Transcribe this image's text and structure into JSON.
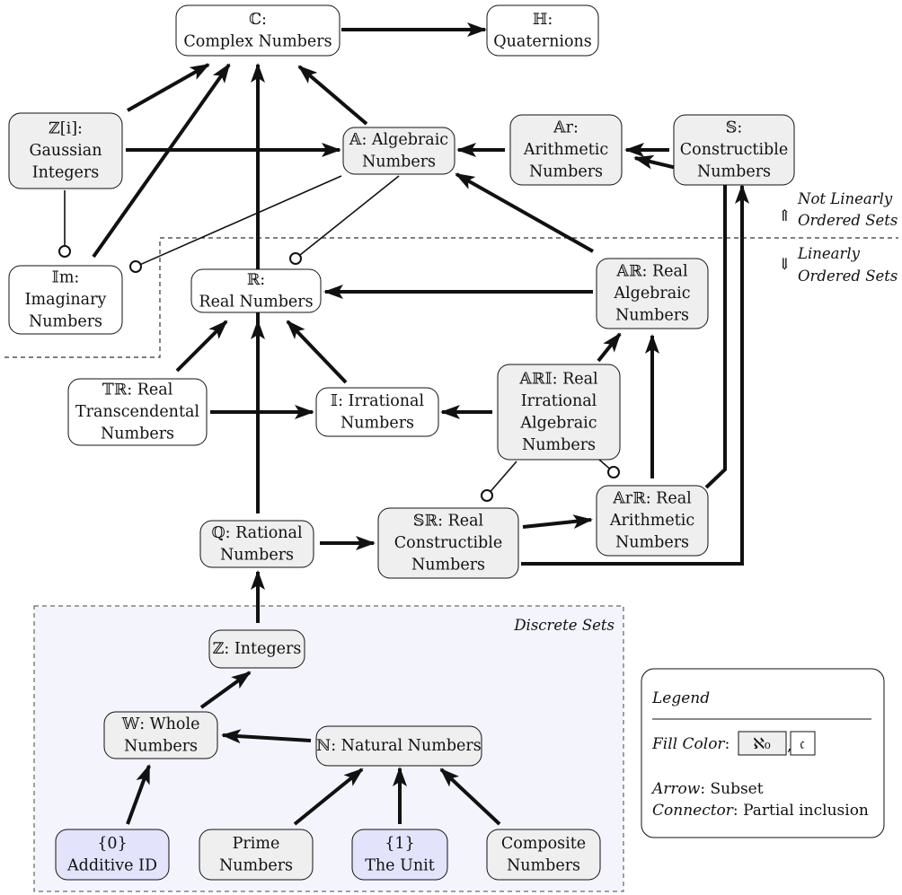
{
  "colors": {
    "countable_fill": "#efefef",
    "uncountable_fill": "#ffffff",
    "unit_fill": "#e3e3fb",
    "discrete_region": "#f4f4fc",
    "stroke": "#111111"
  },
  "nodes": {
    "complex": {
      "lines": [
        "ℂ:",
        "Complex Numbers"
      ],
      "fill": "uncountable"
    },
    "quaternions": {
      "lines": [
        "ℍ:",
        "Quaternions"
      ],
      "fill": "uncountable"
    },
    "gaussian": {
      "lines": [
        "ℤ[i]:",
        "Gaussian",
        "Integers"
      ],
      "fill": "countable"
    },
    "algebraic": {
      "lines": [
        "𝔸: Algebraic",
        "Numbers"
      ],
      "fill": "countable"
    },
    "arithmetic": {
      "lines": [
        "𝔸r:",
        "Arithmetic",
        "Numbers"
      ],
      "fill": "countable"
    },
    "constructible": {
      "lines": [
        "𝕊:",
        "Constructible",
        "Numbers"
      ],
      "fill": "countable"
    },
    "imaginary": {
      "lines": [
        "𝕀m:",
        "Imaginary",
        "Numbers"
      ],
      "fill": "uncountable"
    },
    "real": {
      "lines": [
        "ℝ:",
        "Real Numbers"
      ],
      "fill": "uncountable"
    },
    "real_algebraic": {
      "lines": [
        "𝔸ℝ: Real",
        "Algebraic",
        "Numbers"
      ],
      "fill": "countable"
    },
    "transcendental": {
      "lines": [
        "𝕋ℝ: Real",
        "Transcendental",
        "Numbers"
      ],
      "fill": "uncountable"
    },
    "irrational": {
      "lines": [
        "𝕀: Irrational",
        "Numbers"
      ],
      "fill": "uncountable"
    },
    "real_irr_alg": {
      "lines": [
        "𝔸ℝ𝕀: Real",
        "Irrational",
        "Algebraic",
        "Numbers"
      ],
      "fill": "countable"
    },
    "real_arith": {
      "lines": [
        "𝔸rℝ: Real",
        "Arithmetic",
        "Numbers"
      ],
      "fill": "countable"
    },
    "rational": {
      "lines": [
        "ℚ: Rational",
        "Numbers"
      ],
      "fill": "countable"
    },
    "real_constr": {
      "lines": [
        "𝕊ℝ: Real",
        "Constructible",
        "Numbers"
      ],
      "fill": "countable"
    },
    "integers": {
      "lines": [
        "ℤ: Integers"
      ],
      "fill": "countable"
    },
    "whole": {
      "lines": [
        "𝕎: Whole",
        "Numbers"
      ],
      "fill": "countable"
    },
    "natural": {
      "lines": [
        "ℕ: Natural Numbers"
      ],
      "fill": "countable"
    },
    "additive_id": {
      "lines": [
        "{0}",
        "Additive ID"
      ],
      "fill": "unit"
    },
    "prime": {
      "lines": [
        "Prime",
        "Numbers"
      ],
      "fill": "countable"
    },
    "unit": {
      "lines": [
        "{1}",
        "The Unit"
      ],
      "fill": "unit"
    },
    "composite": {
      "lines": [
        "Composite",
        "Numbers"
      ],
      "fill": "countable"
    }
  },
  "notes": {
    "not_linearly": [
      "⇑",
      "Not  Linearly",
      "Ordered Sets"
    ],
    "linearly": [
      "⇓",
      "Linearly",
      "Ordered Sets"
    ],
    "discrete": "Discrete Sets"
  },
  "legend": {
    "title": "Legend",
    "fill_label": "Fill Color",
    "fill_countable": "ℵ₀",
    "fill_uncountable": "𝔠",
    "arrow_label": "Arrow",
    "arrow_text": "Subset",
    "connector_label": "Connector",
    "connector_text": "Partial inclusion"
  }
}
